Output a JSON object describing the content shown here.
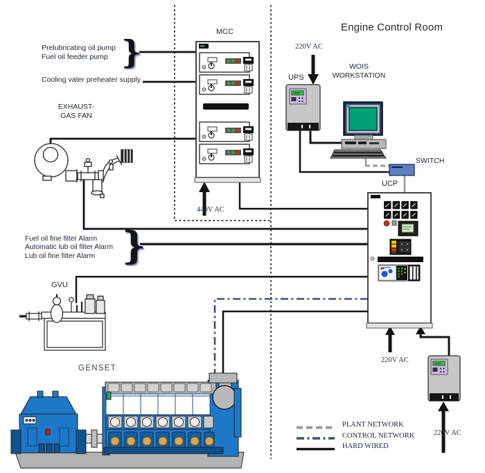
{
  "title": "Engine Control Room",
  "cabinets": {
    "mcc_label": "MCC",
    "ucp_label": "UCP"
  },
  "devices": {
    "ups_label": "UPS",
    "wois_line1": "WOIS",
    "wois_line2": "WORKSTATION",
    "switch_label": "SWITCH",
    "gvu_label": "GVU",
    "genset_label": "GENSET",
    "exhaust_fan_line1": "EXHAUST-",
    "exhaust_fan_line2": "GAS FAN"
  },
  "feeders": {
    "pump_line1": "Prelubricating oil pump",
    "pump_line2": "Fuel oil feeder pump",
    "cooling_supply": "Cooling vater preheater supply",
    "alarms": [
      "Fuel oil fine filter Alarm",
      "Automatic lub oil filter Alarm",
      "Lub oil fine filter Alarm"
    ]
  },
  "power": {
    "mcc_supply": "440V AC",
    "ups_supply": "220V AC",
    "ucp_supply": "220V AC",
    "ups2_supply": "220V AC"
  },
  "legend": [
    {
      "label": "PLANT NETWORK",
      "style": "dashed",
      "color": "#9a9a9a"
    },
    {
      "label": "CONTROL NETWORK",
      "style": "dash-dot",
      "color": "#3c4f78"
    },
    {
      "label": "HARD WIRED",
      "style": "solid",
      "color": "#141414"
    }
  ],
  "icons": {
    "brace": "}"
  },
  "colors": {
    "engine_blue": "#1e78c8",
    "engine_dark_blue": "#10548f",
    "screen_green": "#00a173",
    "switch_blue": "#5b80c2",
    "ups_gray": "#c6c6c6",
    "ups_panel_purple": "#cdb9e8",
    "led_green": "#2ea83a",
    "led_red": "#d43000",
    "alarm_yellow": "#f5c400",
    "gold": "#d9a84e",
    "plant_network_gray": "#9a9a9a",
    "control_network_navy": "#3c4f78"
  }
}
